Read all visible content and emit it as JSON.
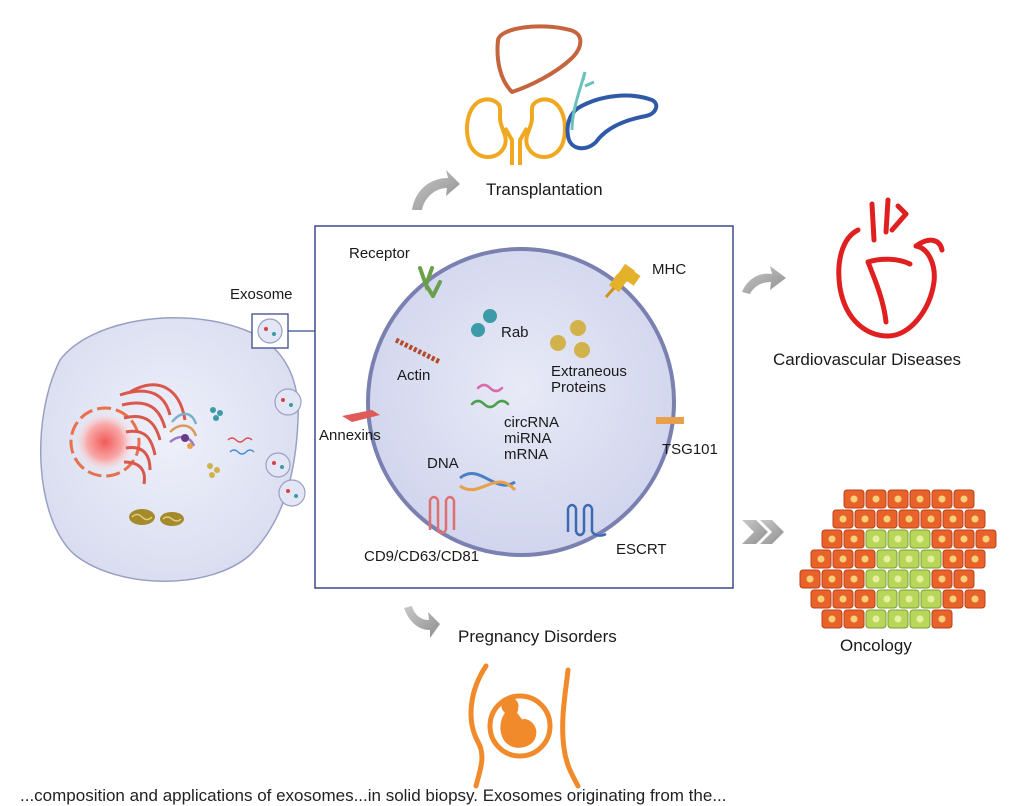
{
  "exosome_components": {
    "receptor": "Receptor",
    "mhc": "MHC",
    "rab": "Rab",
    "actin": "Actin",
    "extraneous_proteins": [
      "Extraneous",
      "Proteins"
    ],
    "annexins": "Annexins",
    "rna": [
      "circRNA",
      "miRNA",
      "mRNA"
    ],
    "dna": "DNA",
    "tsg101": "TSG101",
    "tetraspanins": "CD9/CD63/CD81",
    "escrt": "ESCRT"
  },
  "exosome_label": "Exosome",
  "applications": {
    "transplantation": "Transplantation",
    "cardiovascular": "Cardiovascular Diseases",
    "oncology": "Oncology",
    "pregnancy": "Pregnancy Disorders"
  },
  "caption": "...composition and applications of exosomes...in solid biopsy. Exosomes originating from the..."
}
